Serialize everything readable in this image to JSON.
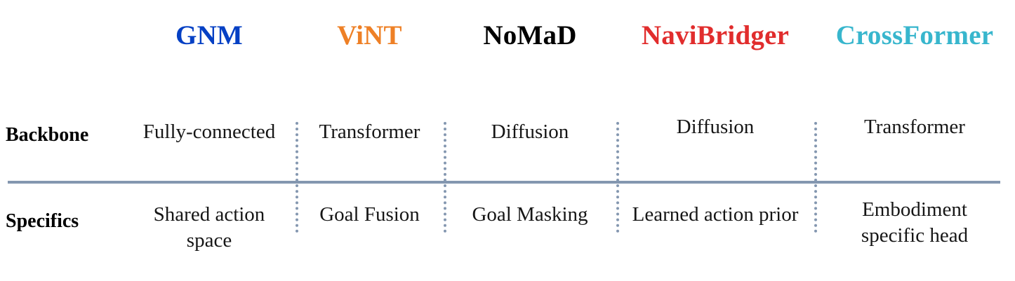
{
  "table": {
    "columns": [
      {
        "id": "gnm",
        "label": "GNM",
        "color": "#0540c4"
      },
      {
        "id": "vint",
        "label": "ViNT",
        "color": "#ee8026"
      },
      {
        "id": "nomad",
        "label": "NoMaD",
        "color": "#d munched"
      },
      {
        "id": "navibridger",
        "label": "NaviBridger",
        "color": "#e12d2d"
      },
      {
        "id": "crossformer",
        "label": "CrossFormer",
        "color": "#38b6cd"
      }
    ],
    "rows": [
      {
        "id": "backbone",
        "label": "Backbone",
        "cells": [
          "Fully-connected",
          "Transformer",
          "Diffusion",
          "Diffusion",
          "Transformer"
        ]
      },
      {
        "id": "specifics",
        "label": "Specifics",
        "cells": [
          "Shared action space",
          "Goal Fusion",
          "Goal Masking",
          "Learned action prior",
          "Embodiment specific head"
        ]
      }
    ],
    "separator_color": "#8497b0",
    "divider_color": "#8497b0"
  }
}
